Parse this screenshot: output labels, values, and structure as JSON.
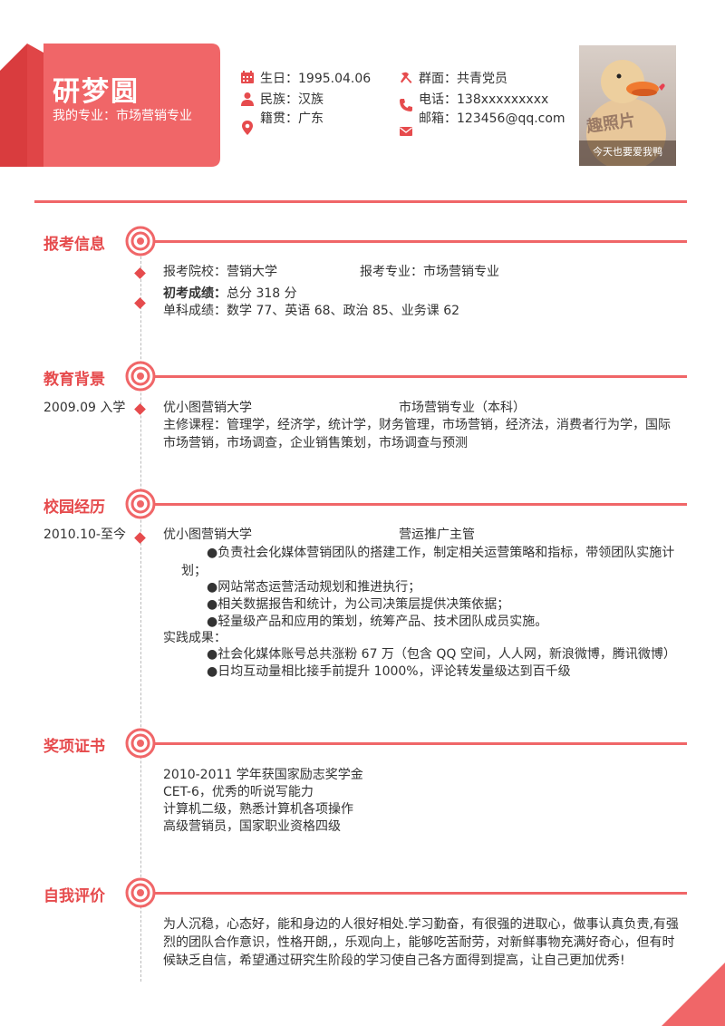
{
  "header": {
    "name": "研梦圆",
    "major": "我的专业：市场营销专业",
    "left_info": [
      {
        "icon": "calendar-icon",
        "label": "生日：1995.04.06"
      },
      {
        "icon": "person-icon",
        "label": "民族：汉族"
      },
      {
        "icon": "location-icon",
        "label": "籍贯：广东"
      }
    ],
    "right_info": [
      {
        "icon": "party-emblem-icon",
        "label": "群面：共青党员"
      },
      {
        "icon": "phone-icon",
        "label": "电话：138xxxxxxxxx"
      },
      {
        "icon": "mail-icon",
        "label": "邮箱：123456@qq.com"
      }
    ],
    "photo_caption": "今天也要爱我鸭",
    "photo_stamp": "趣照片"
  },
  "colors": {
    "accent": "#f06668",
    "accent_dark": "#e64b4d"
  },
  "sections": {
    "apply": {
      "title": "报考信息",
      "school": "报考院校：营销大学",
      "major": "报考专业：市场营销专业",
      "score_label": "初考成绩：",
      "score_value": "总分 318 分",
      "subjects": "单科成绩：数学 77、英语 68、政治 85、业务课 62"
    },
    "education": {
      "title": "教育背景",
      "date": "2009.09 入学",
      "school": "优小图营销大学",
      "degree": "市场营销专业（本科）",
      "courses": "主修课程：管理学，经济学，统计学，财务管理，市场营销，经济法，消费者行为学，国际市场营销，市场调查，企业销售策划，市场调查与预测"
    },
    "campus": {
      "title": "校园经历",
      "date": "2010.10-至今",
      "org": "优小图营销大学",
      "role": "营运推广主管",
      "duties": [
        "●负责社会化媒体营销团队的搭建工作，制定相关运营策略和指标，带领团队实施计划；",
        "●网站常态运营活动规划和推进执行；",
        "●相关数据报告和统计，为公司决策层提供决策依据；",
        "●轻量级产品和应用的策划，统筹产品、技术团队成员实施。"
      ],
      "results_label": "实践成果：",
      "results": [
        "●社会化媒体账号总共涨粉 67 万（包含 QQ 空间，人人网，新浪微博，腾讯微博）",
        "●日均互动量相比接手前提升 1000%，评论转发量级达到百千级"
      ]
    },
    "awards": {
      "title": "奖项证书",
      "items": [
        "2010-2011 学年获国家励志奖学金",
        "CET-6，优秀的听说写能力",
        "计算机二级，熟悉计算机各项操作",
        "高级营销员，国家职业资格四级"
      ]
    },
    "self": {
      "title": "自我评价",
      "text": "为人沉稳，心态好，能和身边的人很好相处.学习勤奋，有很强的进取心，做事认真负责,有强烈的团队合作意识，性格开朗,，乐观向上，能够吃苦耐劳，对新鲜事物充满好奇心，但有时候缺乏自信，希望通过研究生阶段的学习使自己各方面得到提高，让自己更加优秀!"
    }
  }
}
